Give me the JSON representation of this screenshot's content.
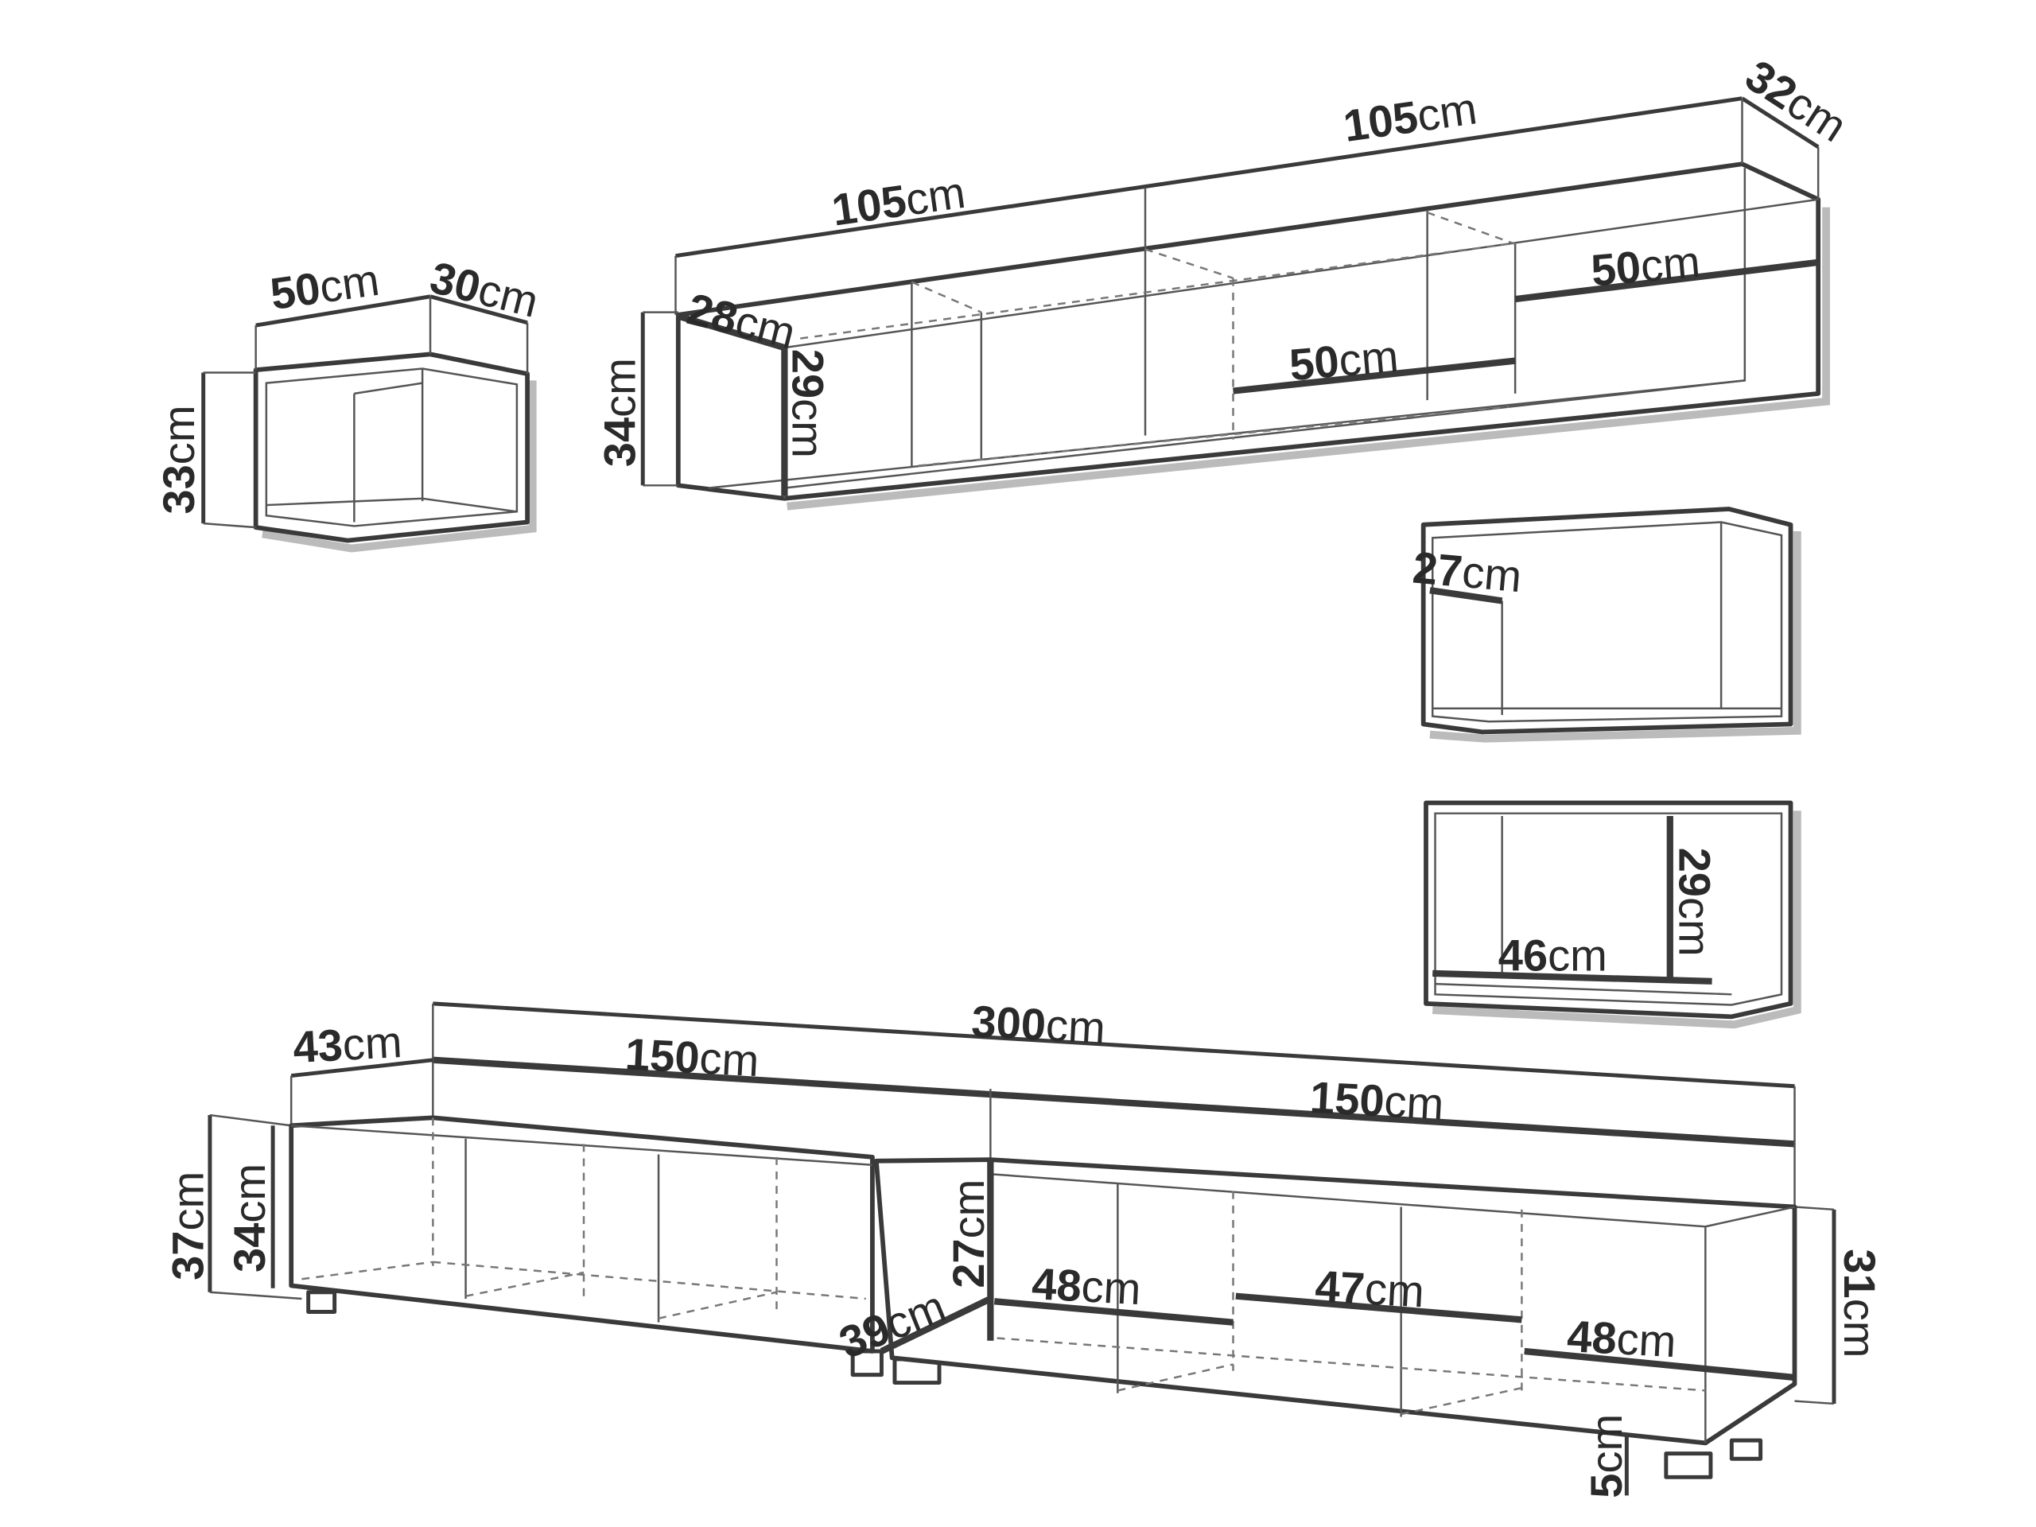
{
  "unit": "cm",
  "wall_cube": {
    "width": {
      "value": "50",
      "unit": "cm"
    },
    "depth": {
      "value": "30",
      "unit": "cm"
    },
    "height": {
      "value": "33",
      "unit": "cm"
    }
  },
  "long_shelf": {
    "width_left": {
      "value": "105",
      "unit": "cm"
    },
    "width_right": {
      "value": "105",
      "unit": "cm"
    },
    "depth": {
      "value": "32",
      "unit": "cm"
    },
    "height": {
      "value": "34",
      "unit": "cm"
    },
    "inner_depth": {
      "value": "28",
      "unit": "cm"
    },
    "inner_height": {
      "value": "29",
      "unit": "cm"
    },
    "compartment_mid": {
      "value": "50",
      "unit": "cm"
    },
    "compartment_right": {
      "value": "50",
      "unit": "cm"
    }
  },
  "box_upper": {
    "depth": {
      "value": "27",
      "unit": "cm"
    }
  },
  "box_lower": {
    "inner_height": {
      "value": "29",
      "unit": "cm"
    },
    "inner_width": {
      "value": "46",
      "unit": "cm"
    }
  },
  "tv_stand": {
    "total_width": {
      "value": "300",
      "unit": "cm"
    },
    "left_width": {
      "value": "150",
      "unit": "cm"
    },
    "right_width": {
      "value": "150",
      "unit": "cm"
    },
    "depth": {
      "value": "43",
      "unit": "cm"
    },
    "total_height": {
      "value": "37",
      "unit": "cm"
    },
    "body_height": {
      "value": "34",
      "unit": "cm"
    },
    "inner_height": {
      "value": "27",
      "unit": "cm"
    },
    "inner_depth": {
      "value": "39",
      "unit": "cm"
    },
    "drawer_left": {
      "value": "48",
      "unit": "cm"
    },
    "drawer_mid": {
      "value": "47",
      "unit": "cm"
    },
    "drawer_right": {
      "value": "48",
      "unit": "cm"
    },
    "side_height": {
      "value": "31",
      "unit": "cm"
    },
    "leg_height": {
      "value": "5",
      "unit": "cm"
    }
  }
}
